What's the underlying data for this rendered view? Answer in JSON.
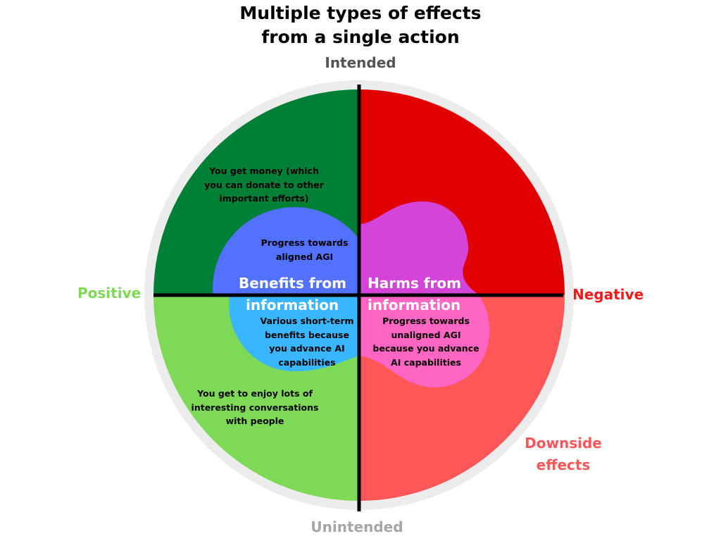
{
  "title": [
    "Multiple types of effects",
    "from a single action"
  ],
  "axes": {
    "top": "Intended",
    "bottom": "Unintended",
    "left": "Positive",
    "right": "Negative",
    "corner_label": [
      "Downside",
      "effects"
    ]
  },
  "quadrants": {
    "intended_positive": {
      "color": "#008037",
      "text": [
        "You get money (which",
        "you can donate to other",
        "important efforts)"
      ]
    },
    "intended_negative": {
      "color": "#e00000",
      "text": []
    },
    "unintended_positive": {
      "color": "#7ed957",
      "text": [
        "You get to enjoy lots of",
        "interesting conversations",
        "with people"
      ]
    },
    "unintended_negative": {
      "color": "#ff5757",
      "text": []
    }
  },
  "blobs": {
    "benefits": {
      "title": [
        "Benefits from",
        "information"
      ],
      "upper_color": "#5271ff",
      "lower_color": "#38b6ff",
      "upper_text": [
        "Progress towards",
        "aligned AGI"
      ],
      "lower_text": [
        "Various short-term",
        "benefits because",
        "you advance AI",
        "capabilities"
      ]
    },
    "harms": {
      "title": [
        "Harms from",
        "information"
      ],
      "upper_color": "#d444d9",
      "lower_color": "#ff66c4",
      "lower_text": [
        "Progress towards",
        "unaligned AGI",
        "because you advance",
        "AI capabilities"
      ]
    }
  },
  "colors": {
    "ring": "#ececec",
    "divider": "#000000"
  }
}
